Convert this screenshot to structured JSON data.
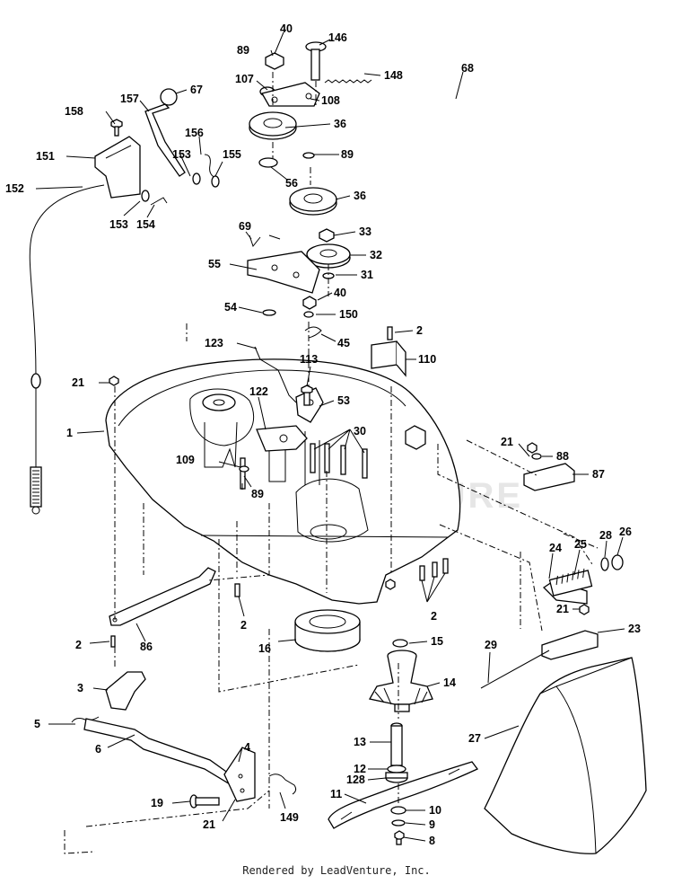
{
  "footer": "Rendered by LeadVenture, Inc.",
  "watermark": "LEADVENTURE",
  "labels": {
    "l40a": "40",
    "l89a": "89",
    "l146": "146",
    "l148": "148",
    "l68": "68",
    "l107": "107",
    "l108": "108",
    "l36a": "36",
    "l89b": "89",
    "l56": "56",
    "l36b": "36",
    "l67": "67",
    "l157": "157",
    "l158": "158",
    "l156": "156",
    "l151": "151",
    "l153a": "153",
    "l155": "155",
    "l152": "152",
    "l153b": "153",
    "l154": "154",
    "l69": "69",
    "l33": "33",
    "l32": "32",
    "l55": "55",
    "l31": "31",
    "l40b": "40",
    "l54": "54",
    "l150": "150",
    "l2a": "2",
    "l45": "45",
    "l123": "123",
    "l110": "110",
    "l113": "113",
    "l21a": "21",
    "l122": "122",
    "l53": "53",
    "l1": "1",
    "l30": "30",
    "l21b": "21",
    "l88": "88",
    "l87": "87",
    "l109": "109",
    "l89c": "89",
    "l24": "24",
    "l25": "25",
    "l28": "28",
    "l26": "26",
    "l21c": "21",
    "l2b": "2",
    "l2c": "2",
    "l23": "23",
    "l16": "16",
    "l15": "15",
    "l2d": "2",
    "l86": "86",
    "l29": "29",
    "l14": "14",
    "l3": "3",
    "l5": "5",
    "l6": "6",
    "l4": "4",
    "l13": "13",
    "l27": "27",
    "l12": "12",
    "l128": "128",
    "l11": "11",
    "l19": "19",
    "l10": "10",
    "l9": "9",
    "l149": "149",
    "l21d": "21",
    "l8": "8"
  }
}
